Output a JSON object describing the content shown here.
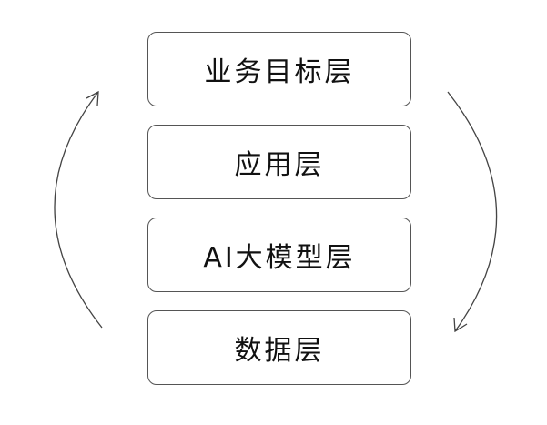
{
  "layers": [
    {
      "label": "业务目标层"
    },
    {
      "label": "应用层"
    },
    {
      "label": "AI大模型层"
    },
    {
      "label": "数据层"
    }
  ],
  "colors": {
    "border": "#555555",
    "text": "#111111",
    "arrow": "#444444"
  }
}
